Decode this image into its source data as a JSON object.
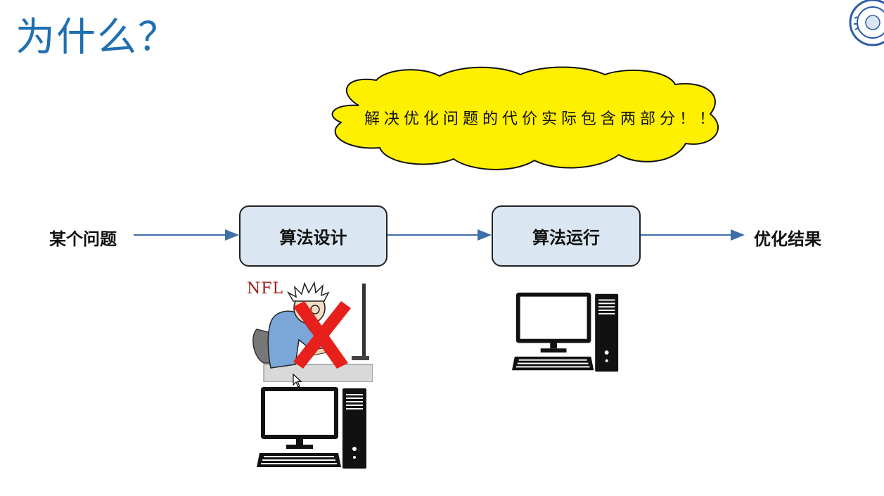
{
  "slide": {
    "title": "为什么？",
    "cloud_text": "解决优化问题的代价实际包含两部分！！",
    "flow": {
      "input_label": "某个问题",
      "step1_label": "算法设计",
      "step2_label": "算法运行",
      "output_label": "优化结果"
    },
    "nfl_label": "NFL",
    "colors": {
      "title": "#1f6fb2",
      "cloud_fill": "#ffef00",
      "box_fill": "#dae6f1",
      "arrow": "#3d6fa8",
      "cross": "#e8201c",
      "nfl": "#a01c1c"
    },
    "icons": [
      "university-logo-icon",
      "person-at-computer-icon",
      "red-cross-icon",
      "desktop-computer-icon",
      "mouse-cursor-icon"
    ]
  }
}
